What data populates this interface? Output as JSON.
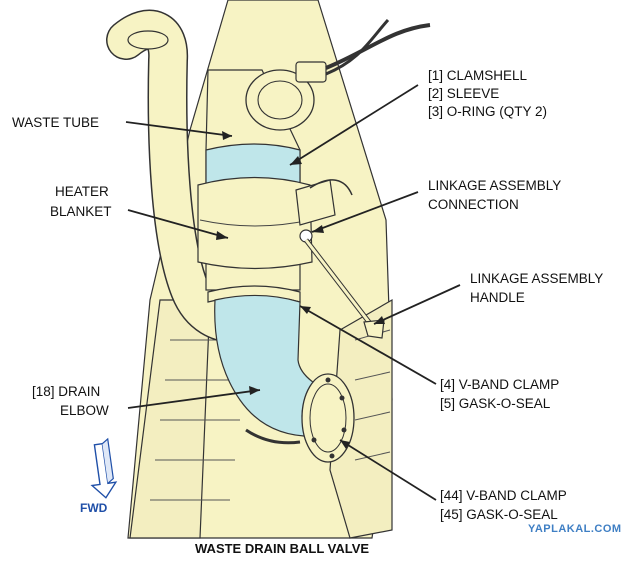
{
  "title": "WASTE DRAIN BALL VALVE",
  "fwd_label": "FWD",
  "watermark": "YAPLAKAL.COM",
  "labels": {
    "waste_tube": "WASTE TUBE",
    "heater_blanket": [
      "HEATER",
      "BLANKET"
    ],
    "drain_elbow": [
      "[18] DRAIN",
      "ELBOW"
    ],
    "clamshell_group": [
      "[1] CLAMSHELL",
      "[2] SLEEVE",
      "[3] O-RING (QTY 2)"
    ],
    "linkage_connection": [
      "LINKAGE ASSEMBLY",
      "CONNECTION"
    ],
    "linkage_handle": [
      "LINKAGE ASSEMBLY",
      "HANDLE"
    ],
    "vband_upper": [
      "[4] V-BAND CLAMP",
      "[5] GASK-O-SEAL"
    ],
    "vband_lower": [
      "[44] V-BAND CLAMP",
      "[45] GASK-O-SEAL"
    ]
  },
  "colors": {
    "background_panel": "#f7f3c4",
    "cyan_parts": "#bfe6ea",
    "line": "#222222",
    "fwd_arrow": "#1f4fa8",
    "watermark": "#3f7fc4"
  }
}
